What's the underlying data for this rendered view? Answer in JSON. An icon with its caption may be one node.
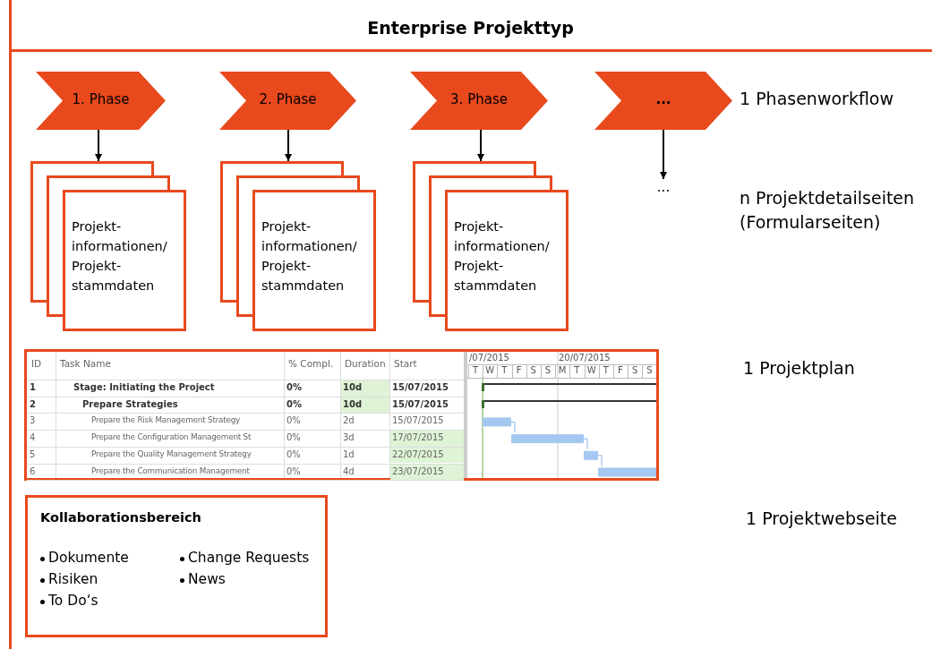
{
  "diagram": {
    "title": "Enterprise Projekttyp",
    "nodes": [
      {
        "text": [
          "1. Phase"
        ]
      },
      {
        "text": [
          "2. Phase"
        ]
      },
      {
        "text": [
          "3. Phase"
        ]
      },
      {
        "text": [
          "..."
        ]
      },
      {
        "text": [
          "Projekt- informationen/ Projekt- stammdaten"
        ]
      },
      {
        "text": [
          "Projekt- informationen/ Projekt- stammdaten"
        ]
      },
      {
        "text": [
          "Projekt- informationen/ Projekt- stammdaten"
        ]
      },
      {
        "text": [
          "..."
        ]
      },
      {
        "text": [
          "Kollaborationsbereich",
          "Dokumente",
          "Risiken",
          "To Do‘s",
          "Change Requests",
          "News"
        ]
      }
    ],
    "edges": [
      {
        "from": 0,
        "to": 4,
        "arrow": "to"
      },
      {
        "from": 1,
        "to": 5,
        "arrow": "to"
      },
      {
        "from": 2,
        "to": 6,
        "arrow": "to"
      },
      {
        "from": 3,
        "to": 7,
        "arrow": "to"
      }
    ],
    "labels": [
      "1 Phasenworkflow",
      "n Projektdetailseiten (Formularseiten)",
      "ID",
      "Task Name",
      "% Compl.",
      "Duration",
      "Start",
      "/07/2015",
      "20/07/2015",
      "T",
      "W",
      "T",
      "F",
      "S",
      "S",
      "M",
      "T",
      "W",
      "T",
      "F",
      "S",
      "S",
      "1",
      "Stage: Initiating the Project",
      "0%",
      "10d",
      "15/07/2015",
      "2",
      "Prepare Strategies",
      "0%",
      "10d",
      "15/07/2015",
      "3",
      "Prepare the Risk Management Strategy",
      "0%",
      "2d",
      "15/07/2015",
      "4",
      "Prepare the Configuration Management St",
      "0%",
      "3d",
      "17/07/2015",
      "5",
      "Prepare the Quality Management Strategy",
      "0%",
      "1d",
      "22/07/2015",
      "6",
      "Prepare the Communication Management",
      "0%",
      "4d",
      "23/07/2015",
      "1 Projektplan",
      "1 Projektwebseite"
    ]
  }
}
